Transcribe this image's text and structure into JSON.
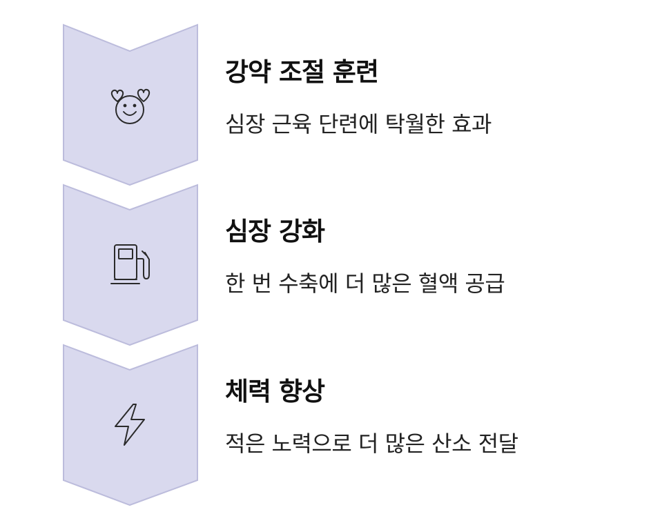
{
  "steps": [
    {
      "title": "강약 조절 훈련",
      "description": "심장 근육 단련에 탁월한 효과",
      "icon": "smiley-hearts-icon"
    },
    {
      "title": "심장 강화",
      "description": "한 번 수축에 더 많은 혈액 공급",
      "icon": "fuel-pump-icon"
    },
    {
      "title": "체력 향상",
      "description": "적은 노력으로 더 많은 산소 전달",
      "icon": "lightning-bolt-icon"
    }
  ],
  "colors": {
    "chevron_fill": "#d9d9ee",
    "chevron_stroke": "#bcbcdc",
    "icon_stroke": "#2a2a2a",
    "title": "#111111",
    "description": "#222222"
  }
}
